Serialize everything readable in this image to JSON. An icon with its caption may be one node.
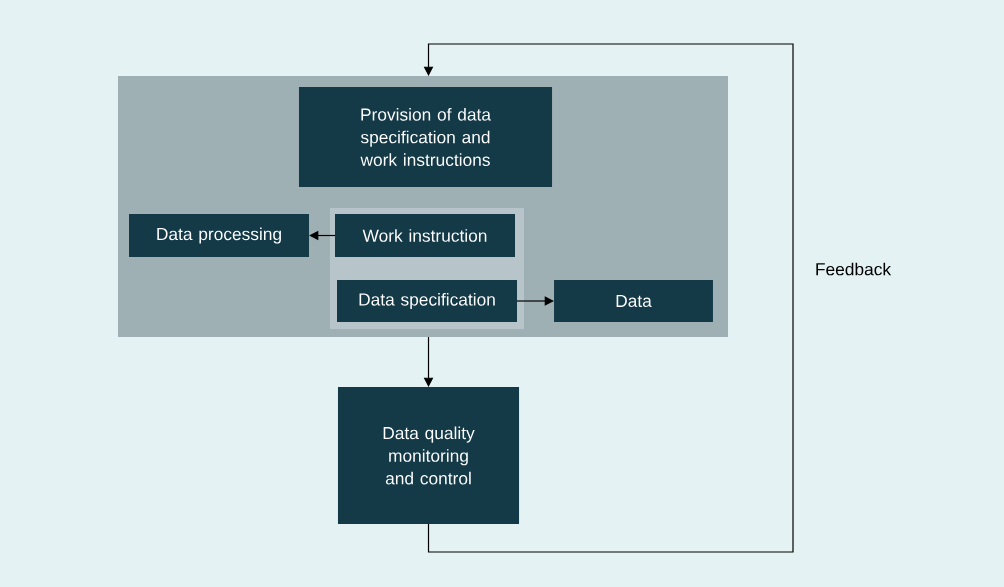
{
  "diagram": {
    "nodes": [
      {
        "text": [],
        "shape": "box"
      },
      {
        "text": [
          "Provision of data specification and work instructions"
        ],
        "in": 0
      },
      {
        "text": [
          "Data processing"
        ],
        "in": 0
      },
      {
        "text": [],
        "shape": "box",
        "in": 0
      },
      {
        "text": [
          "Work instruction"
        ],
        "in": 3
      },
      {
        "text": [
          "Data specification"
        ],
        "in": 3
      },
      {
        "text": [
          "Data"
        ],
        "in": 0
      },
      {
        "text": [
          "Data quality monitoring and control"
        ]
      }
    ],
    "edges": [
      {
        "from": 4,
        "to": 2,
        "arrow": "to"
      },
      {
        "from": 5,
        "to": 6,
        "arrow": "to"
      },
      {
        "from": 0,
        "to": 7,
        "arrow": "to"
      },
      {
        "from": 7,
        "to": 0,
        "arrow": "to",
        "label": "Feedback"
      }
    ]
  }
}
